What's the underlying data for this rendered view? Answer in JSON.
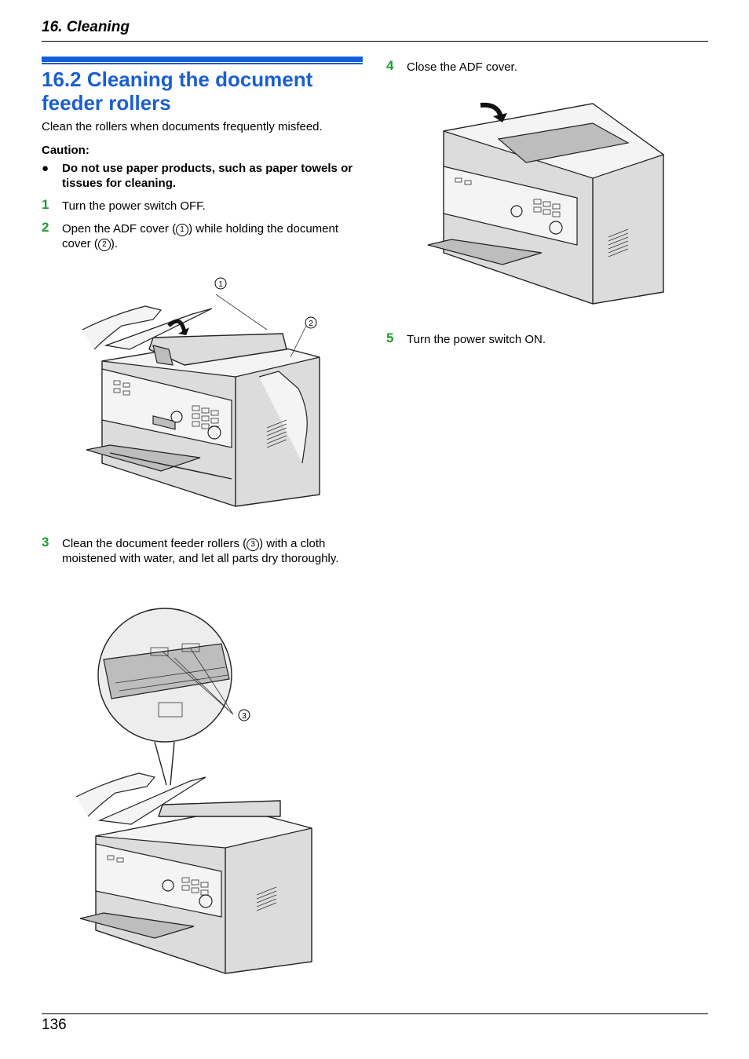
{
  "header": {
    "section": "16. Cleaning"
  },
  "title": "16.2 Cleaning the document feeder rollers",
  "intro": "Clean the rollers when documents frequently misfeed.",
  "caution": {
    "label": "Caution:",
    "bullet": "Do not use paper products, such as paper towels or tissues for cleaning."
  },
  "steps": [
    {
      "num": "1",
      "text": "Turn the power switch OFF."
    },
    {
      "num": "2",
      "text_a": "Open the ADF cover (",
      "ref_a": "1",
      "text_b": ") while holding the document cover (",
      "ref_b": "2",
      "text_c": ")."
    },
    {
      "num": "3",
      "text_a": "Clean the document feeder rollers (",
      "ref_a": "3",
      "text_b": ") with a cloth moistened with water, and let all parts dry thoroughly."
    },
    {
      "num": "4",
      "text": "Close the ADF cover."
    },
    {
      "num": "5",
      "text": "Turn the power switch ON."
    }
  ],
  "callouts": {
    "c1": "1",
    "c2": "2",
    "c3": "3"
  },
  "footer": {
    "page": "136"
  },
  "colors": {
    "accent": "#1a5fd0",
    "step_number": "#1d9e2e"
  }
}
